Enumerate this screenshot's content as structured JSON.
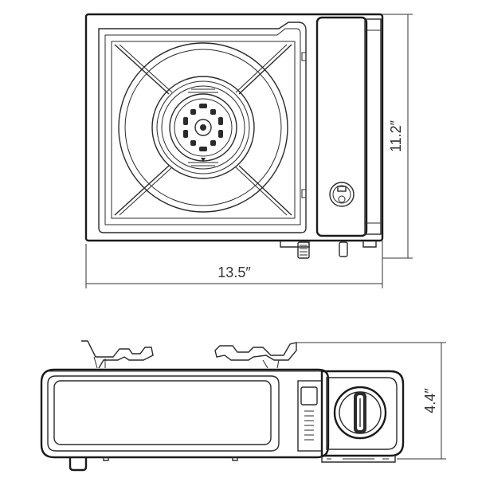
{
  "dimensions": {
    "width_label": "13.5″",
    "depth_label": "11.2″",
    "height_label": "4.4″"
  },
  "views": [
    "top-view",
    "side-view"
  ],
  "colors": {
    "line": "#2b2b2b",
    "background": "#ffffff"
  }
}
